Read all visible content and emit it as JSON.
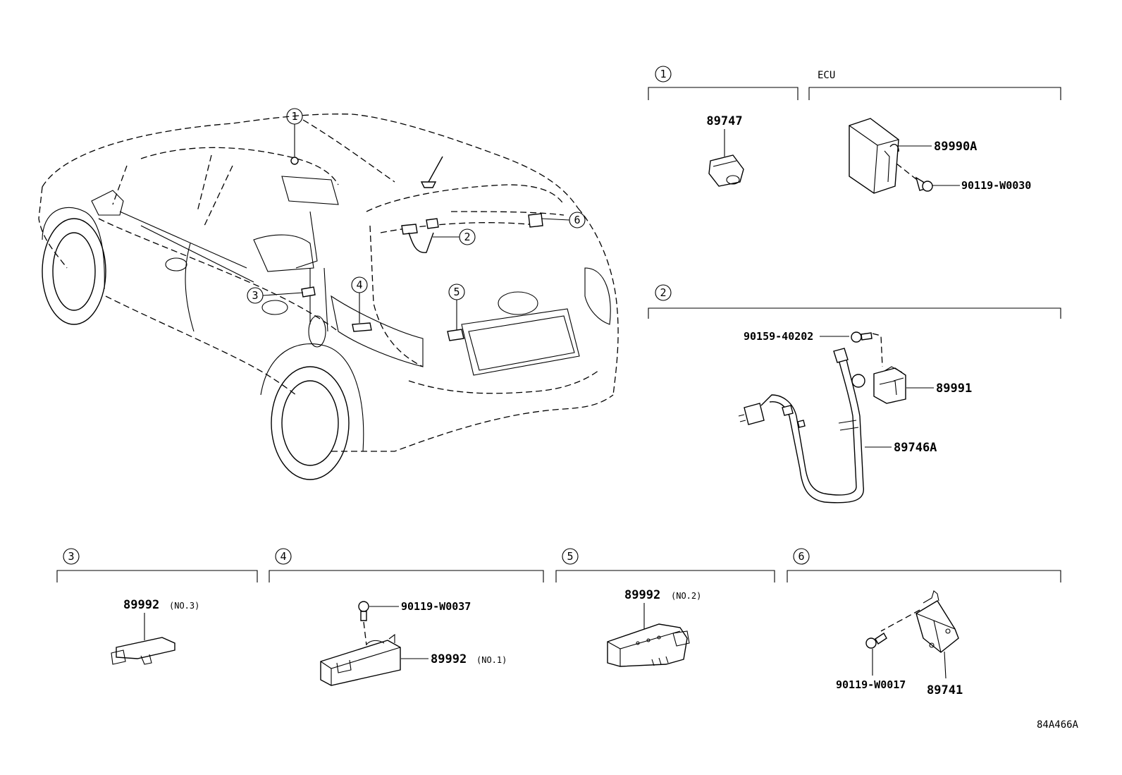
{
  "ref_numbers": [
    "1",
    "2",
    "3",
    "4",
    "5",
    "6"
  ],
  "group_labels": {
    "ecu": "ECU"
  },
  "parts": {
    "p89747": "89747",
    "p89990A": "89990A",
    "p90119_W0030": "90119-W0030",
    "p90159_40202": "90159-40202",
    "p89991": "89991",
    "p89746A": "89746A",
    "p89992_no3": "89992",
    "no3": "(NO.3)",
    "p90119_W0037": "90119-W0037",
    "p89992_no1": "89992",
    "no1": "(NO.1)",
    "p89992_no2": "89992",
    "no2": "(NO.2)",
    "p90119_W0017": "90119-W0017",
    "p89741": "89741"
  },
  "drawing_code": "84A466A"
}
